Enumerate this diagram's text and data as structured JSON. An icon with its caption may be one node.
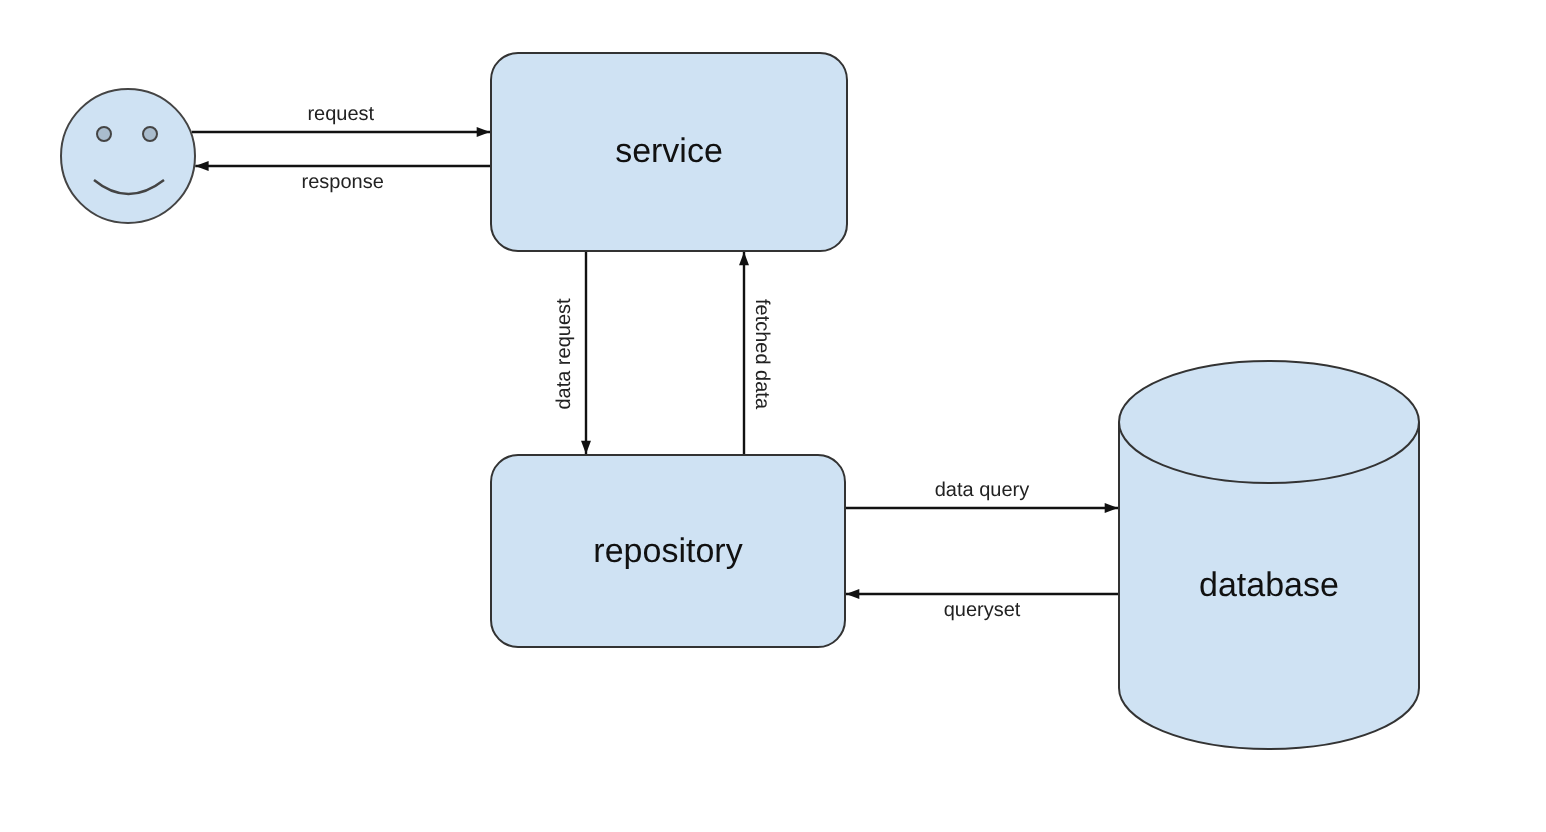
{
  "diagram": {
    "nodes": [
      {
        "text": [],
        "shape": "person"
      },
      {
        "text": [
          "service"
        ]
      },
      {
        "text": [
          "repository"
        ]
      },
      {
        "text": [
          "database"
        ]
      }
    ],
    "edges": [
      {
        "from": 0,
        "to": 1,
        "arrow": "to",
        "label": "request"
      },
      {
        "from": 1,
        "to": 0,
        "arrow": "to",
        "label": "response"
      },
      {
        "from": 1,
        "to": 2,
        "arrow": "to",
        "label": "data request"
      },
      {
        "from": 2,
        "to": 1,
        "arrow": "to",
        "label": "fetched data"
      },
      {
        "from": 2,
        "to": 3,
        "arrow": "to",
        "label": "data query"
      },
      {
        "from": 3,
        "to": 2,
        "arrow": "to",
        "label": "queryset"
      }
    ]
  }
}
